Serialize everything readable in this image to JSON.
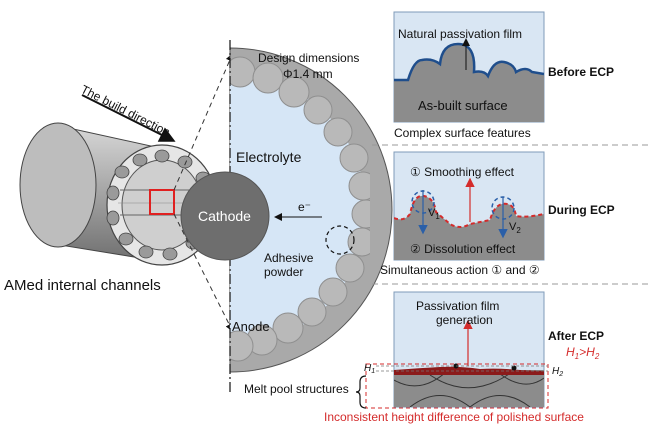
{
  "left": {
    "build_direction": "The build direction",
    "caption": "AMed internal channels"
  },
  "middle": {
    "design_title": "Design dimensions",
    "design_value": "Φ1.4 mm",
    "electrolyte": "Electrolyte",
    "cathode": "Cathode",
    "electron": "e⁻",
    "adhesive_line1": "Adhesive",
    "adhesive_line2": "powder",
    "anode": "Anode"
  },
  "panels": [
    {
      "stage": "Before ECP",
      "film_label": "Natural passivation film",
      "surface_label": "As-built surface",
      "caption": "Complex surface features"
    },
    {
      "stage": "During ECP",
      "effect1": "① Smoothing effect",
      "effect2": "② Dissolution effect",
      "v1": "V",
      "v1_sub": "1",
      "v2": "V",
      "v2_sub": "2",
      "caption": "Simultaneous action ① and ②"
    },
    {
      "stage": "After ECP",
      "film_line1": "Passivation film",
      "film_line2": "generation",
      "relation": "H",
      "relation_sub1": "1",
      "relation_gt": ">H",
      "relation_sub2": "2",
      "h1": "H",
      "h1_sub": "1",
      "h2": "H",
      "h2_sub": "2",
      "melt_pool": "Melt pool structures",
      "caption": "Inconsistent height difference of polished surface"
    }
  ],
  "colors": {
    "panel_bg": "#d9e6f3",
    "panel_border": "#7f9bb8",
    "surface_gray": "#8c8c8c",
    "film_blue": "#1f4e8c",
    "red": "#d42b2b",
    "electrolyte_fill": "#d6e6f6",
    "powder_gray": "#b9b9b9",
    "cathode_gray": "#6e6e6e"
  }
}
